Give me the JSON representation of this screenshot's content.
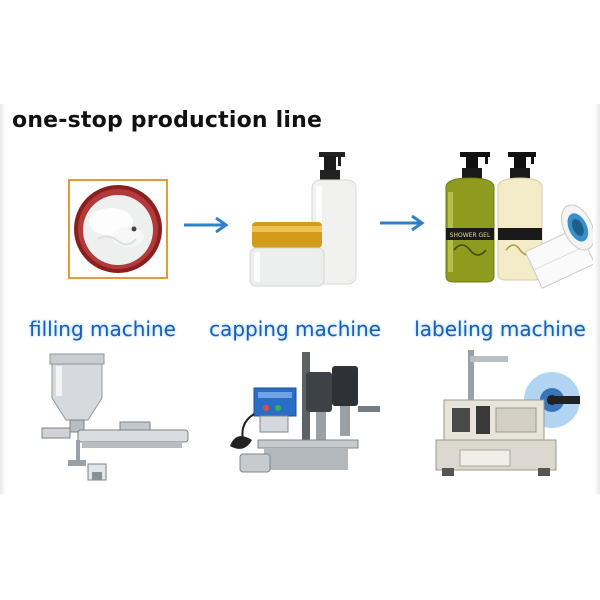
{
  "title": "one-stop production line",
  "steps": [
    {
      "label": "filling machine",
      "product_icon": "cream-jar-icon",
      "machine_icon": "filling-machine-icon"
    },
    {
      "label": "capping machine",
      "product_icon": "jar-and-bottle-icon",
      "machine_icon": "capping-machine-icon"
    },
    {
      "label": "labeling machine",
      "product_icon": "labeled-bottles-icon",
      "machine_icon": "labeling-machine-icon"
    }
  ],
  "arrow_icon": "right-arrow-icon",
  "product_texts": {
    "bottle_label_1": "SHOWER GEL"
  },
  "colors": {
    "label_blue": "#1a5fb4",
    "arrow_blue": "#2f80c8",
    "frame_orange": "#e59a3a"
  }
}
